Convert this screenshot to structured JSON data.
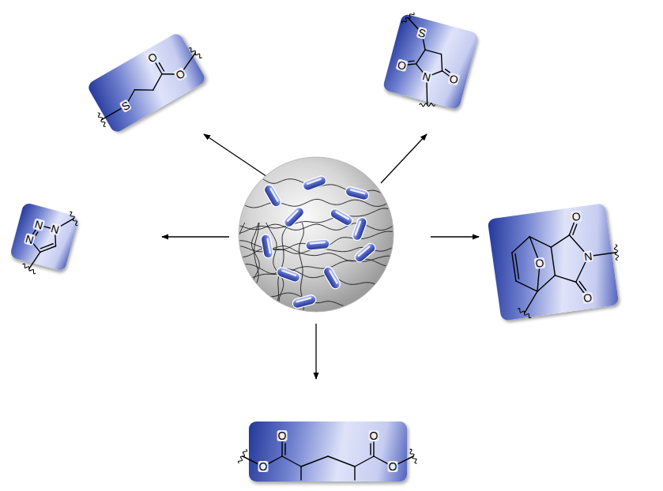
{
  "diagram": {
    "nodes": [
      {
        "text": [
          "O",
          "O",
          "S"
        ]
      },
      {
        "text": [
          "S",
          "O",
          "N",
          "O"
        ]
      },
      {
        "text": [
          "N",
          "N",
          "N"
        ]
      },
      {
        "text": [
          "O",
          "O",
          "N",
          "O"
        ]
      },
      {
        "text": [
          "O",
          "O",
          "O",
          "O"
        ]
      }
    ]
  }
}
